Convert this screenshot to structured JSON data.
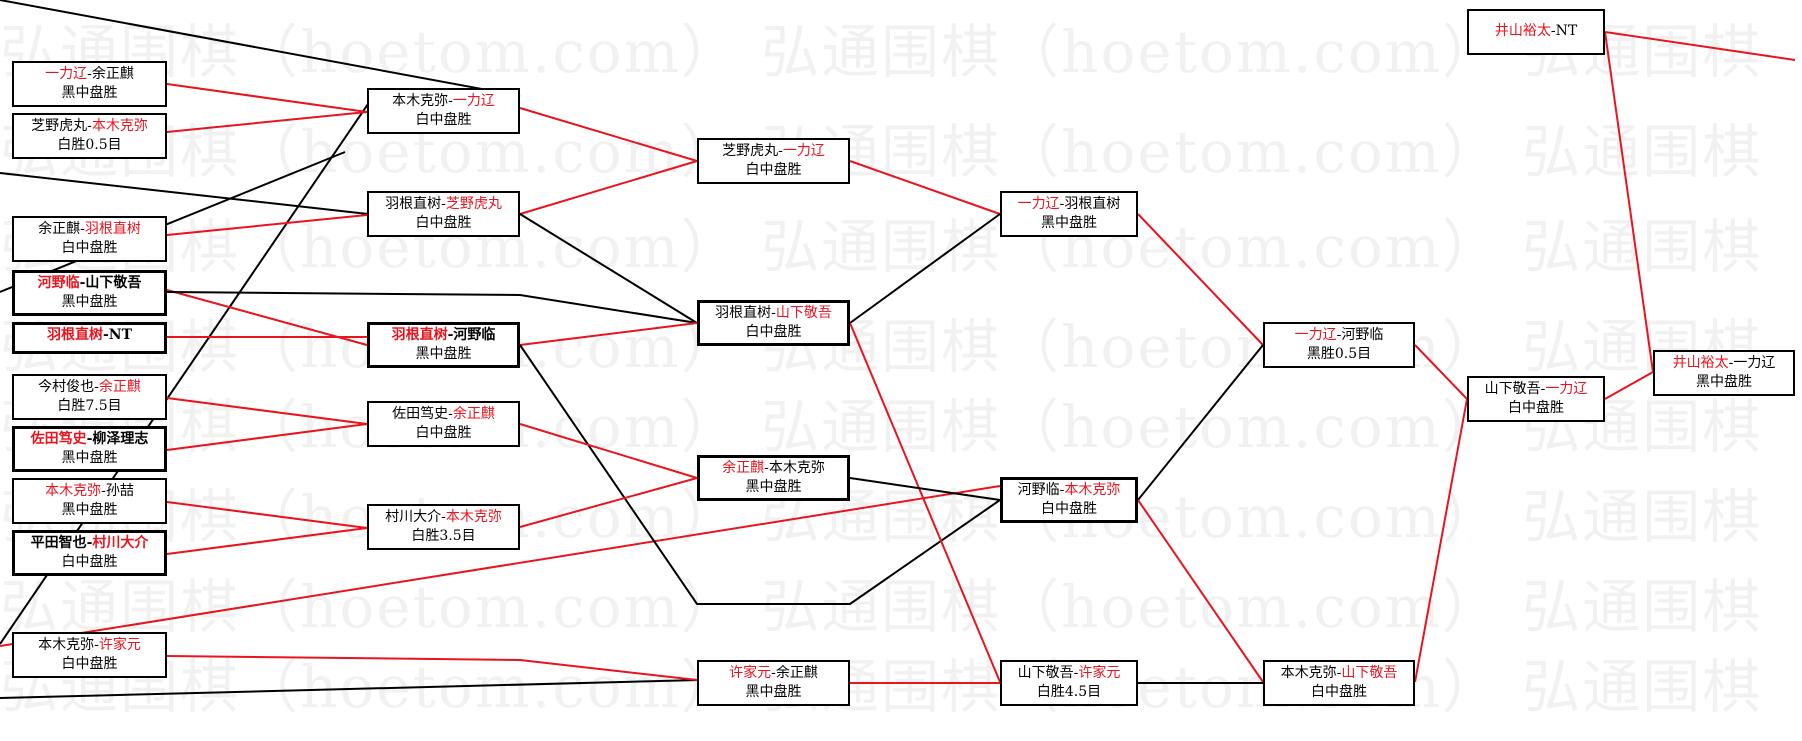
{
  "watermark": {
    "text": "弘通围棋（hoetom.com）"
  },
  "colors": {
    "winner": "#e8141e",
    "line_red": "#e8141e",
    "line_black": "#000000"
  },
  "matches": {
    "c1m1": {
      "p1": "一力辽",
      "p2": "余正麒",
      "winner": 1,
      "result": "黑中盘胜"
    },
    "c1m2": {
      "p1": "芝野虎丸",
      "p2": "本木克弥",
      "winner": 2,
      "result": "白胜0.5目"
    },
    "c1m3": {
      "p1": "余正麒",
      "p2": "羽根直树",
      "winner": 2,
      "result": "白中盘胜"
    },
    "c1m4": {
      "p1": "河野临",
      "p2": "山下敬吾",
      "winner": 1,
      "result": "黑中盘胜"
    },
    "c1m5": {
      "p1": "羽根直树",
      "p2": "NT",
      "winner": 1,
      "result": ""
    },
    "c1m6": {
      "p1": "今村俊也",
      "p2": "余正麒",
      "winner": 2,
      "result": "白胜7.5目"
    },
    "c1m7": {
      "p1": "佐田笃史",
      "p2": "柳泽理志",
      "winner": 1,
      "result": "黑中盘胜"
    },
    "c1m8": {
      "p1": "本木克弥",
      "p2": "孙喆",
      "winner": 1,
      "result": "黑中盘胜"
    },
    "c1m9": {
      "p1": "平田智也",
      "p2": "村川大介",
      "winner": 2,
      "result": "白中盘胜"
    },
    "c1m10": {
      "p1": "本木克弥",
      "p2": "许家元",
      "winner": 2,
      "result": "白中盘胜"
    },
    "c2m1": {
      "p1": "本木克弥",
      "p2": "一力辽",
      "winner": 2,
      "result": "白中盘胜"
    },
    "c2m2": {
      "p1": "羽根直树",
      "p2": "芝野虎丸",
      "winner": 2,
      "result": "白中盘胜"
    },
    "c2m3": {
      "p1": "羽根直树",
      "p2": "河野临",
      "winner": 1,
      "result": "黑中盘胜"
    },
    "c2m4": {
      "p1": "佐田笃史",
      "p2": "余正麒",
      "winner": 2,
      "result": "白中盘胜"
    },
    "c2m5": {
      "p1": "村川大介",
      "p2": "本木克弥",
      "winner": 2,
      "result": "白胜3.5目"
    },
    "c3m1": {
      "p1": "芝野虎丸",
      "p2": "一力辽",
      "winner": 2,
      "result": "白中盘胜"
    },
    "c3m2": {
      "p1": "羽根直树",
      "p2": "山下敬吾",
      "winner": 2,
      "result": "白中盘胜"
    },
    "c3m3": {
      "p1": "余正麒",
      "p2": "本木克弥",
      "winner": 1,
      "result": "黑中盘胜"
    },
    "c3m4": {
      "p1": "许家元",
      "p2": "余正麒",
      "winner": 1,
      "result": "黑中盘胜"
    },
    "c4m1": {
      "p1": "一力辽",
      "p2": "羽根直树",
      "winner": 1,
      "result": "黑中盘胜"
    },
    "c4m2": {
      "p1": "河野临",
      "p2": "本木克弥",
      "winner": 2,
      "result": "白中盘胜"
    },
    "c4m3": {
      "p1": "山下敬吾",
      "p2": "许家元",
      "winner": 2,
      "result": "白胜4.5目"
    },
    "c5m1": {
      "p1": "一力辽",
      "p2": "河野临",
      "winner": 1,
      "result": "黑胜0.5目"
    },
    "c5m2": {
      "p1": "本木克弥",
      "p2": "山下敬吾",
      "winner": 2,
      "result": "白中盘胜"
    },
    "c6m1": {
      "p1": "山下敬吾",
      "p2": "一力辽",
      "winner": 2,
      "result": "白中盘胜"
    },
    "c6top": {
      "p1": "井山裕太",
      "p2": "NT",
      "winner": 1,
      "result": ""
    },
    "c7m1": {
      "p1": "井山裕太",
      "p2": "一力辽",
      "winner": 1,
      "result": "黑中盘胜"
    }
  }
}
